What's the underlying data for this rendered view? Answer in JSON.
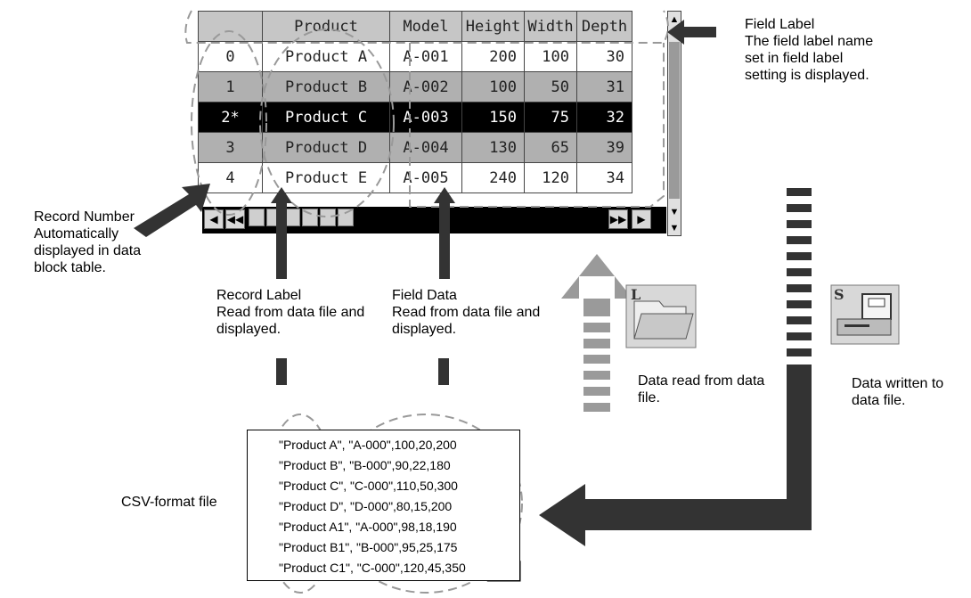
{
  "table": {
    "headers": [
      "",
      "Product",
      "Model",
      "Height",
      "Width",
      "Depth"
    ],
    "rows": [
      [
        "0",
        "Product A",
        "A-001",
        "200",
        "100",
        "30"
      ],
      [
        "1",
        "Product B",
        "A-002",
        "100",
        "50",
        "31"
      ],
      [
        "2*",
        "Product C",
        "A-003",
        "150",
        "75",
        "32"
      ],
      [
        "3",
        "Product D",
        "A-004",
        "130",
        "65",
        "39"
      ],
      [
        "4",
        "Product E",
        "A-005",
        "240",
        "120",
        "34"
      ]
    ]
  },
  "labels": {
    "field_label_title": "Field Label",
    "field_label_desc": "The field label name set in field label setting is displayed.",
    "record_number_title": "Record Number",
    "record_number_desc": "Automatically displayed in data block table.",
    "record_label_title": "Record Label",
    "record_label_desc": "Read from data file and displayed.",
    "field_data_title": "Field Data",
    "field_data_desc": "Read from data file and displayed.",
    "data_read": "Data read from data file.",
    "data_written": "Data written to data file.",
    "csv_file": "CSV-format file",
    "load_icon_letter": "L",
    "save_icon_letter": "S"
  },
  "csv_lines": [
    "\"Product A\", \"A-000\",100,20,200",
    "\"Product B\", \"B-000\",90,22,180",
    "\"Product C\", \"C-000\",110,50,300",
    "\"Product D\", \"D-000\",80,15,200",
    "\"Product A1\", \"A-000\",98,18,190",
    "\"Product B1\", \"B-000\",95,25,175",
    "\"Product C1\", \"C-000\",120,45,350"
  ],
  "colors": {
    "arrow_dark": "#333333",
    "arrow_light": "#9a9a9a",
    "selected_row": "#000000"
  }
}
